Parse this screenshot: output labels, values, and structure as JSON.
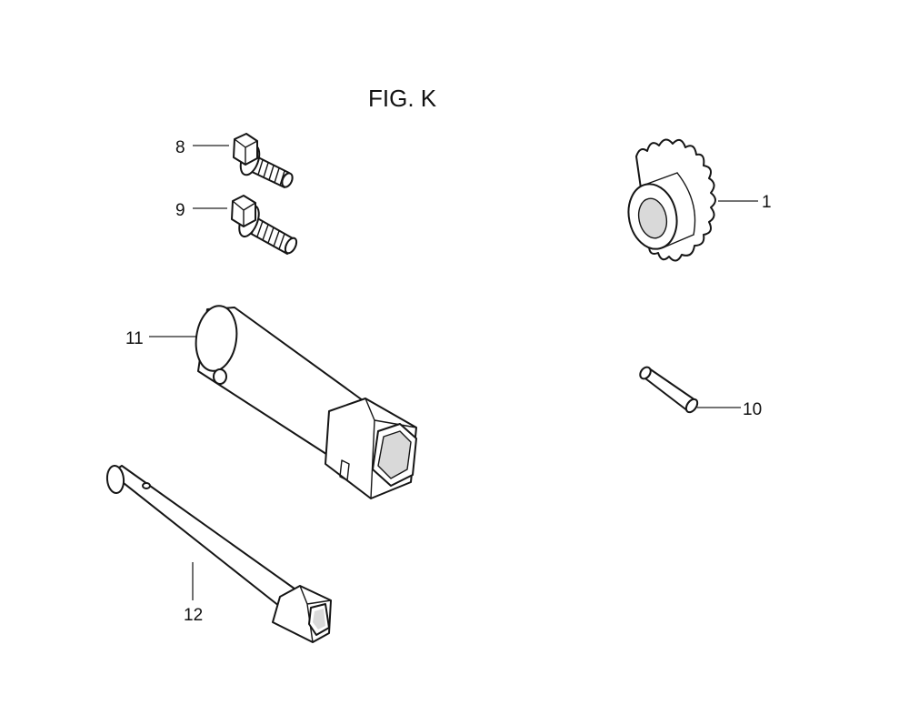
{
  "figure": {
    "title": "FIG. K"
  },
  "parts": [
    {
      "id": "1",
      "label": "1",
      "icon": "sprocket-collar-icon"
    },
    {
      "id": "8",
      "label": "8",
      "icon": "flange-bolt-icon"
    },
    {
      "id": "9",
      "label": "9",
      "icon": "flange-bolt-icon"
    },
    {
      "id": "10",
      "label": "10",
      "icon": "dowel-pin-icon"
    },
    {
      "id": "11",
      "label": "11",
      "icon": "box-wrench-icon"
    },
    {
      "id": "12",
      "label": "12",
      "icon": "tommy-bar-icon"
    }
  ],
  "colors": {
    "ink": "#151515",
    "background": "#ffffff"
  }
}
